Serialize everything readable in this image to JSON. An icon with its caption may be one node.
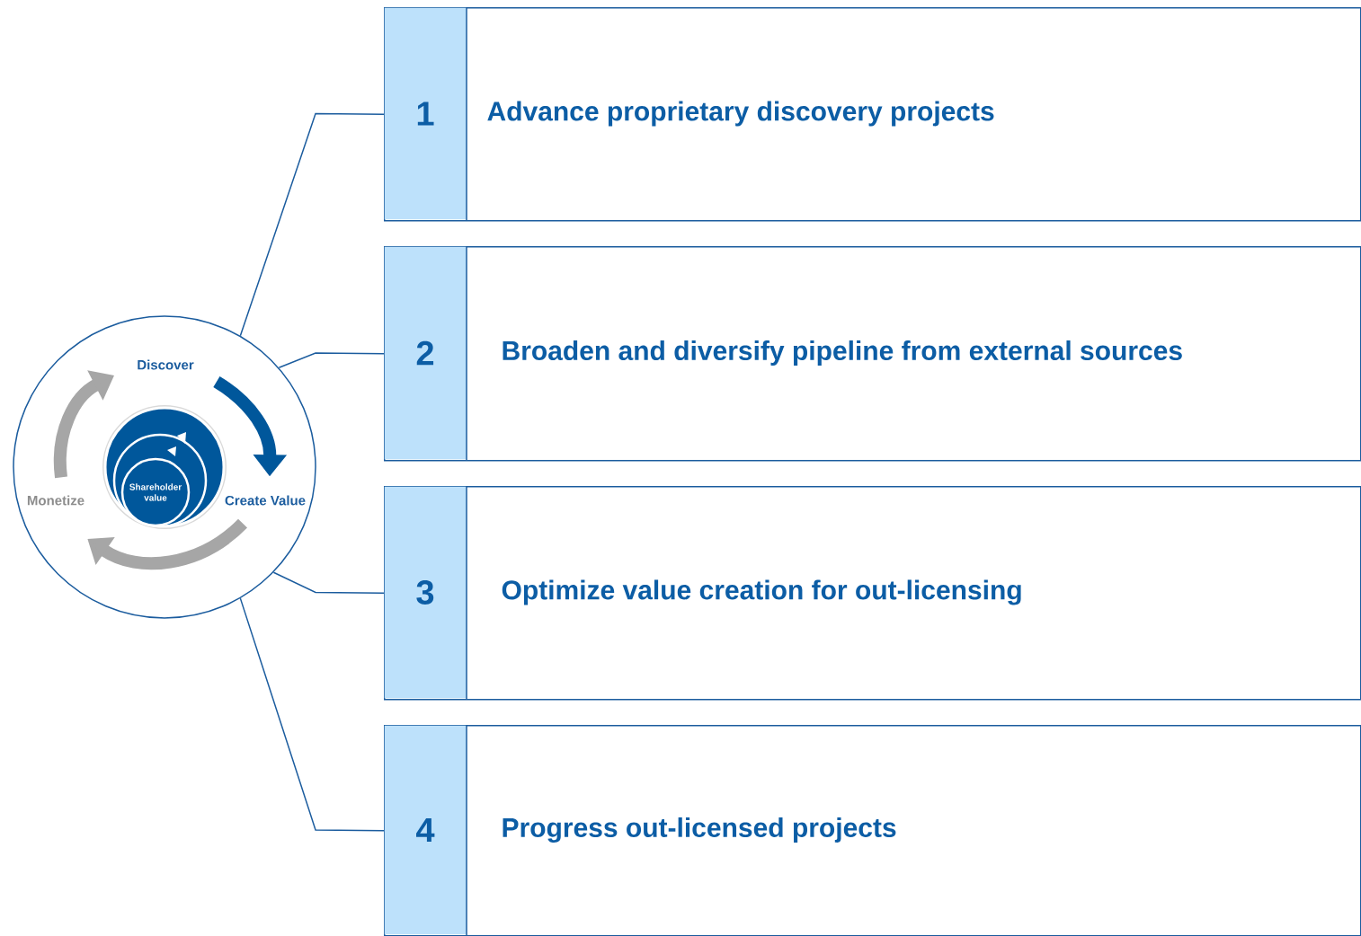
{
  "diagram": {
    "nodes": [
      {
        "text": [],
        "shape": "circle"
      },
      {
        "text": [
          "Discover"
        ],
        "in": 0
      },
      {
        "text": [
          "Create Value"
        ],
        "in": 0
      },
      {
        "text": [
          "Monetize"
        ],
        "in": 0
      },
      {
        "text": [
          "Shareholder value"
        ],
        "in": 0
      },
      {
        "text": [
          "1",
          "Advance proprietary discovery projects"
        ]
      },
      {
        "text": [
          "2",
          "Broaden and diversify pipeline from external sources"
        ]
      },
      {
        "text": [
          "3",
          "Optimize value creation for out-licensing"
        ]
      },
      {
        "text": [
          "4",
          "Progress out-licensed projects"
        ]
      }
    ],
    "edges": [
      {
        "from": 1,
        "to": 2,
        "arrow": "to",
        "style": "thick",
        "color": "#00579b"
      },
      {
        "from": 2,
        "to": 3,
        "arrow": "to",
        "style": "thick",
        "color": "#a6a6a6"
      },
      {
        "from": 3,
        "to": 1,
        "arrow": "to",
        "style": "thick",
        "color": "#a6a6a6"
      },
      {
        "from": 0,
        "to": 5,
        "arrow": "none"
      },
      {
        "from": 0,
        "to": 6,
        "arrow": "none"
      },
      {
        "from": 0,
        "to": 7,
        "arrow": "none"
      },
      {
        "from": 0,
        "to": 8,
        "arrow": "none"
      }
    ]
  }
}
